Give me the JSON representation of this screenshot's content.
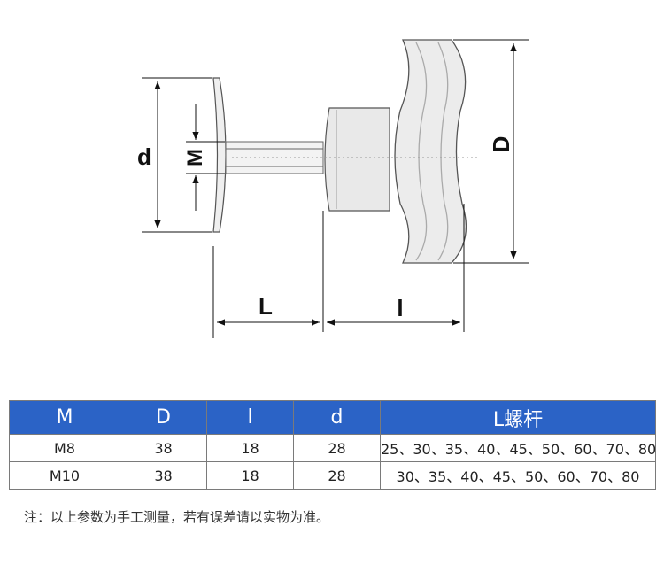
{
  "drawing": {
    "labels": {
      "d": "d",
      "M": "M",
      "D": "D",
      "L": "L",
      "l": "l"
    }
  },
  "table": {
    "header_color": "#2b63c6",
    "headers": [
      "M",
      "D",
      "l",
      "d",
      "L螺杆"
    ],
    "rows": [
      [
        "M8",
        "38",
        "18",
        "28",
        "25、30、35、40、45、50、60、70、80"
      ],
      [
        "M10",
        "38",
        "18",
        "28",
        "30、35、40、45、50、60、70、80"
      ]
    ]
  },
  "note": "注：以上参数为手工测量，若有误差请以实物为准。"
}
